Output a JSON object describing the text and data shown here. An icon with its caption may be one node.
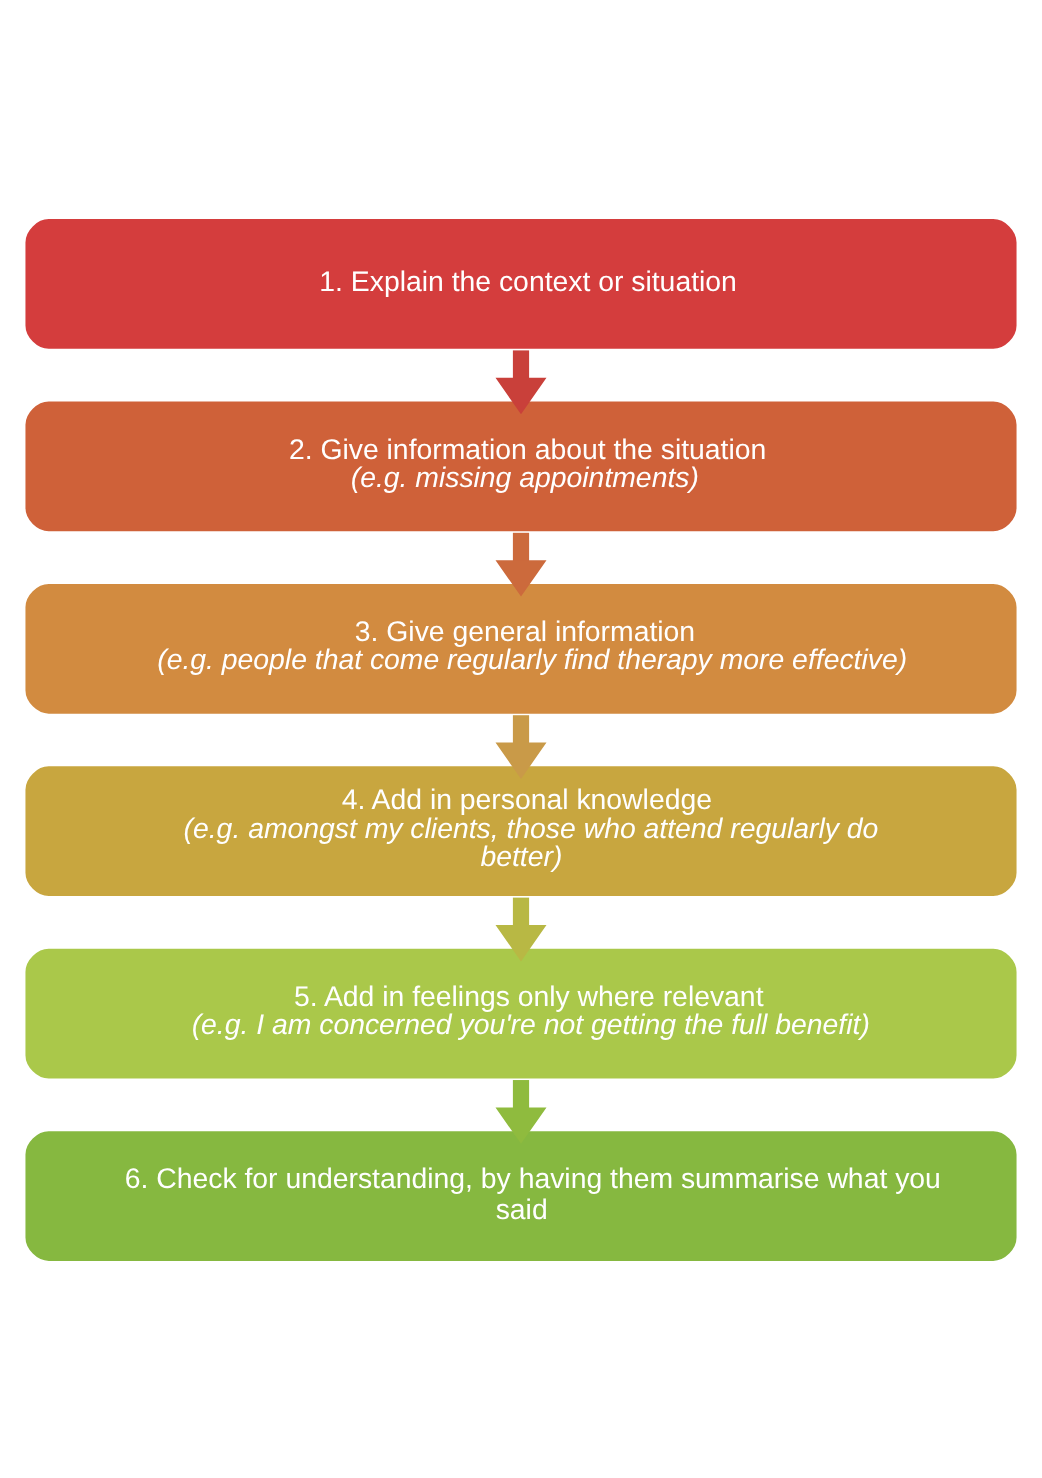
{
  "diagram": {
    "nodes": [
      {
        "text": [
          "1. Explain the context or situation"
        ]
      },
      {
        "text": [
          "2. Give information about the situation",
          "(e.g. missing appointments)"
        ]
      },
      {
        "text": [
          "3. Give general information",
          "(e.g. people that come regularly find therapy more effective)"
        ]
      },
      {
        "text": [
          "4. Add in personal knowledge",
          "(e.g. amongst my clients, those who attend regularly do better)"
        ]
      },
      {
        "text": [
          "5. Add in feelings only where relevant",
          "(e.g. I am concerned you're not getting the full benefit)"
        ]
      },
      {
        "text": [
          "6. Check for understanding, by having them summarise what you said"
        ]
      }
    ],
    "edges": [
      {
        "from": 0,
        "to": 1,
        "arrow": "to",
        "color": "#c9403a"
      },
      {
        "from": 1,
        "to": 2,
        "arrow": "to",
        "color": "#cc6a3c"
      },
      {
        "from": 2,
        "to": 3,
        "arrow": "to",
        "color": "#c99a48"
      },
      {
        "from": 3,
        "to": 4,
        "arrow": "to",
        "color": "#b8b844"
      },
      {
        "from": 4,
        "to": 5,
        "arrow": "to",
        "color": "#8fbb3e"
      }
    ]
  }
}
